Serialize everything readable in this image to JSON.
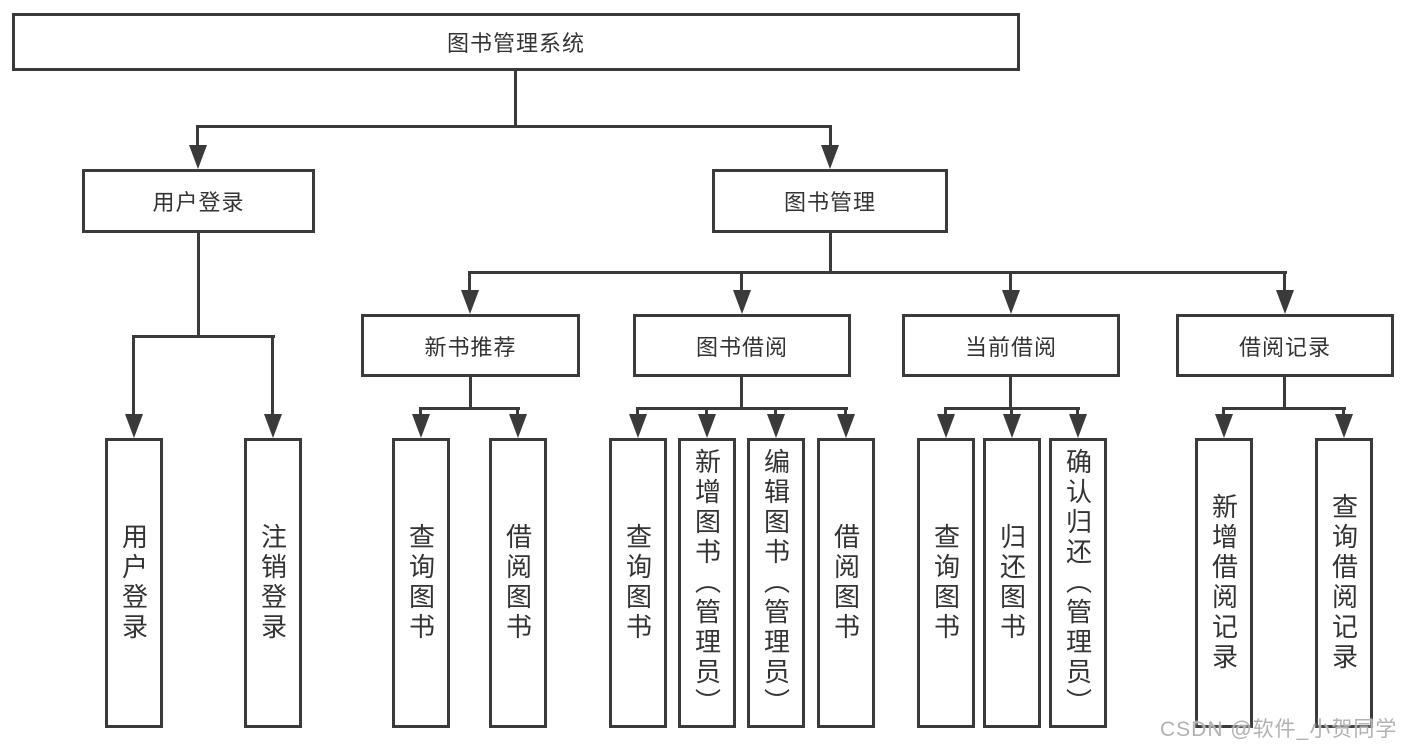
{
  "tree": {
    "root": "图书管理系统",
    "user_login": {
      "label": "用户登录",
      "children": [
        "用户登录",
        "注销登录"
      ]
    },
    "book_mgmt": {
      "label": "图书管理"
    },
    "branches": [
      {
        "label": "新书推荐",
        "children": [
          "查询图书",
          "借阅图书"
        ]
      },
      {
        "label": "图书借阅",
        "children": [
          "查询图书",
          "新增图书（管理员）",
          "编辑图书（管理员）",
          "借阅图书"
        ]
      },
      {
        "label": "当前借阅",
        "children": [
          "查询图书",
          "归还图书",
          "确认归还（管理员）"
        ]
      },
      {
        "label": "借阅记录",
        "children": [
          "新增借阅记录",
          "查询借阅记录"
        ]
      }
    ],
    "watermark": "CSDN @软件_小贺同学"
  },
  "colors": {
    "line": "#3a3a3a",
    "text": "#333333",
    "watermark": "#b2b2b2",
    "background": "#ffffff"
  }
}
